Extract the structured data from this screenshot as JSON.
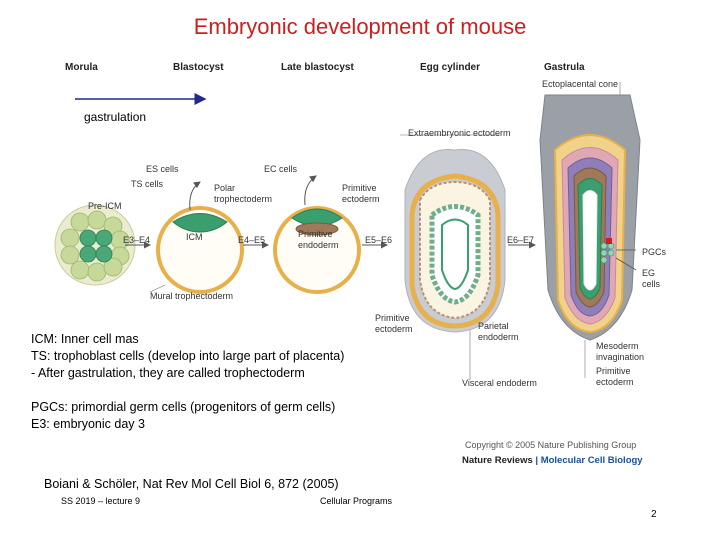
{
  "slide": {
    "title": "Embryonic development of mouse",
    "footer_left": "SS 2019 – lecture 9",
    "footer_center": "Cellular Programs",
    "page_number": "2",
    "citation": "Boiani & Schöler, Nat Rev Mol Cell Biol 6, 872 (2005)"
  },
  "figure": {
    "stages": [
      "Morula",
      "Blastocyst",
      "Late blastocyst",
      "Egg cylinder",
      "Gastrula"
    ],
    "arrow_label": "gastrulation",
    "labels": {
      "ectoplacental_cone": "Ectoplacental cone",
      "extraembryonic_ectoderm": "Extraembryonic ectoderm",
      "es_cells": "ES cells",
      "ts_cells": "TS cells",
      "ec_cells": "EC cells",
      "pre_icm": "Pre-ICM",
      "polar_tropho": "Polar\ntrophectoderm",
      "primitive_ectoderm": "Primitive\nectoderm",
      "icm": "ICM",
      "primitive_endoderm": "Primitive\nendoderm",
      "e3_e4": "E3–E4",
      "e4_e5": "E4–E5",
      "e5_e6": "E5–E6",
      "e6_e7": "E6–E7",
      "pgcs": "PGCs",
      "eg_cells": "EG\ncells",
      "mural_tropho": "Mural trophectoderm",
      "primitive_ectoderm_2": "Primitive\nectoderm",
      "parietal_endoderm": "Parietal\nendoderm",
      "mesoderm_invagination": "Mesoderm\ninvagination",
      "primitive_ectoderm_3": "Primitive\nectoderm",
      "visceral_endoderm": "Visceral endoderm"
    },
    "copyright": "Copyright © 2005 Nature Publishing Group",
    "journal_a": "Nature Reviews",
    "journal_sep": " | ",
    "journal_b": "Molecular Cell Biology"
  },
  "notes": {
    "line1": "ICM: Inner cell mas",
    "line2": "TS: trophoblast cells (develop into large part of placenta)",
    "line3": "- After gastrulation, they are called trophectoderm",
    "line4": "PGCs: primordial germ cells (progenitors of germ cells)",
    "line5": "E3: embryonic day 3"
  },
  "colors": {
    "title": "#cc1f1f",
    "trophectoderm": "#e8b04a",
    "icm_green": "#3a9e6e",
    "endoderm_brown": "#a0785a",
    "morula_green": "#c6d99a",
    "gastrula_gray": "#9aa0a6",
    "gastrula_purple": "#8f7fb8",
    "arrow_blue": "#1f2a8f",
    "journal_blue": "#1a4fa0"
  }
}
